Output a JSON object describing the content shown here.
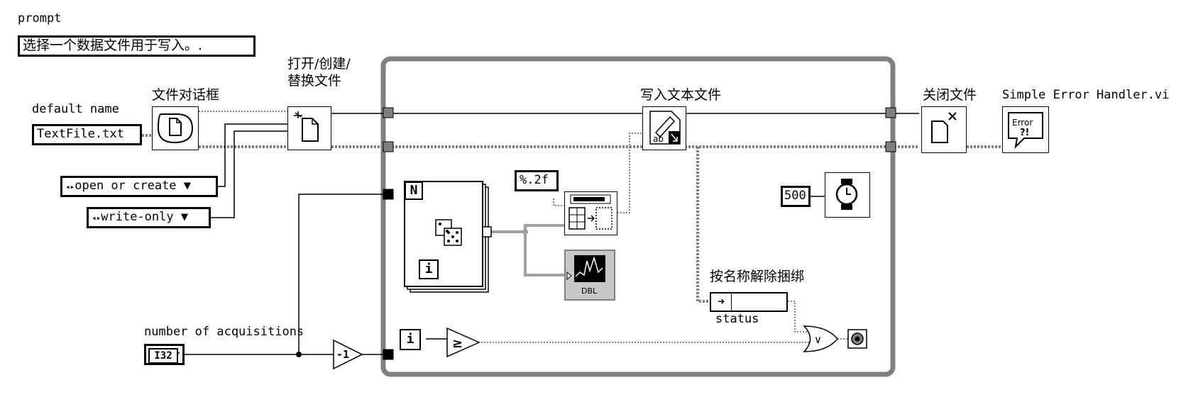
{
  "labels": {
    "prompt": "prompt",
    "prompt_value": "选择一个数据文件用于写入。.",
    "default_name": "default name",
    "default_name_value": "TextFile.txt",
    "file_dialog": "文件对话框",
    "open_create_replace_line1": "打开/创建/",
    "open_create_replace_line2": "替换文件",
    "operation_value": "open or create",
    "access_value": "write-only",
    "write_text_file": "写入文本文件",
    "close_file": "关闭文件",
    "error_handler": "Simple Error Handler.vi",
    "format_value": "%.2f",
    "wait_value": "500",
    "unbundle_by_name": "按名称解除捆绑",
    "status_field": "status",
    "num_acq": "number of acquisitions",
    "i32": "I32",
    "decrement": "-1",
    "loop_count": "N",
    "loop_iter": "i",
    "while_iter": "i",
    "graph_type": "DBL",
    "error_icon": "Error ?!"
  },
  "colors": {
    "wire_error": "#808080",
    "wire_ref": "#000000",
    "frame": "#808080",
    "tunnel": "#808080"
  }
}
